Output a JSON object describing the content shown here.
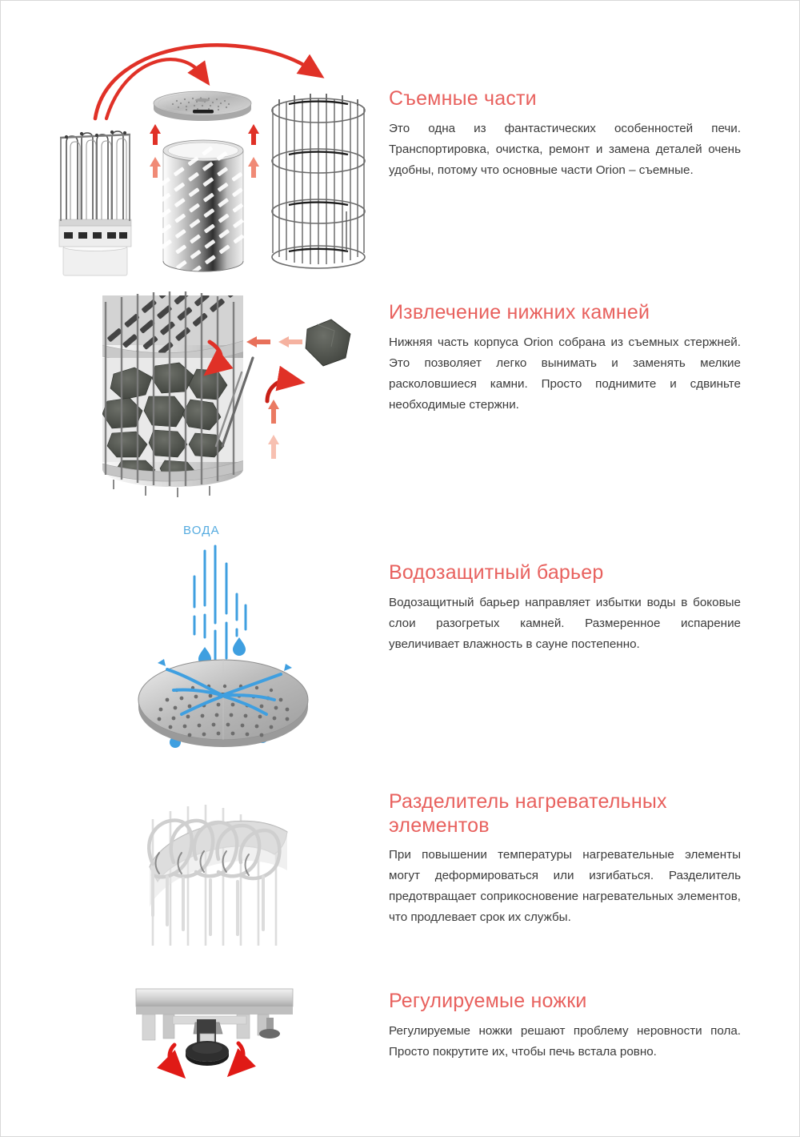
{
  "page": {
    "title": "Orion sauna heater features",
    "accent_heading_color": "#e8615e",
    "body_text_color": "#3b3b3b",
    "water_label_color": "#55abe0",
    "arrow_red": "#e03127",
    "arrow_salmon": "#f08a76",
    "background": "#ffffff"
  },
  "sections": [
    {
      "id": "removable-parts",
      "heading": "Съемные части",
      "body": "Это одна из фантастических особенностей печи. Транспортировка, очистка, ремонт и замена деталей очень удобны, потому что основные части Orion – съемные.",
      "figure": {
        "name": "exploded-heater-parts-illustration",
        "parts": [
          "heating-elements-assembly",
          "perforated-lid-disc",
          "perforated-inner-cylinder",
          "outer-rod-cage"
        ],
        "arrows": [
          "curved-arrow-to-lid",
          "curved-arrow-to-cage",
          "up-arrow-left-red",
          "up-arrow-right-red",
          "up-arrow-left-salmon",
          "up-arrow-right-salmon"
        ]
      }
    },
    {
      "id": "lower-stone-removal",
      "heading": "Извлечение нижних камней",
      "body": "Нижняя часть корпуса Orion собрана из съемных стержней. Это позволяет легко вынимать и заменять мелкие расколовшиеся камни. Просто поднимите и сдвиньте необходимые стержни.",
      "figure": {
        "name": "stone-removal-illustration",
        "parts": [
          "stone-filled-heater-body",
          "removable-rod",
          "detached-sauna-stone"
        ],
        "arrows": [
          "curved-arrow-down-red",
          "curved-arrow-up-red",
          "left-arrow-red",
          "left-arrow-salmon",
          "up-arrow-red",
          "up-arrow-salmon"
        ]
      }
    },
    {
      "id": "water-protection-barrier",
      "heading": "Водозащитный барьер",
      "body": "Водозащитный барьер направляет избытки воды в боковые слои разогретых камней. Размеренное испарение увеличивает влажность в сауне постепенно.",
      "figure": {
        "name": "water-barrier-illustration",
        "label": "ВОДА",
        "parts": [
          "perforated-barrier-disc",
          "falling-water-streams",
          "water-droplets",
          "splash-spray"
        ]
      }
    },
    {
      "id": "heating-element-separator",
      "heading": "Разделитель нагревательных элементов",
      "body": "При повышении температуры нагревательные элементы могут деформироваться или изгибаться. Разделитель предотвращает соприкосновение нагревательных элементов, что продлевает срок их службы.",
      "figure": {
        "name": "heating-element-separator-illustration",
        "parts": [
          "separator-plate",
          "u-shaped-heating-elements",
          "cage-rods"
        ]
      }
    },
    {
      "id": "adjustable-feet",
      "heading": "Регулируемые ножки",
      "body": "Регулируемые ножки решают проблему неровности пола. Просто покрутите их, чтобы печь встала ровно.",
      "figure": {
        "name": "adjustable-feet-illustration",
        "parts": [
          "heater-base-frame",
          "adjustable-foot",
          "secondary-foot"
        ],
        "arrows": [
          "rotate-arrow-left-red",
          "rotate-arrow-right-red"
        ]
      }
    }
  ]
}
